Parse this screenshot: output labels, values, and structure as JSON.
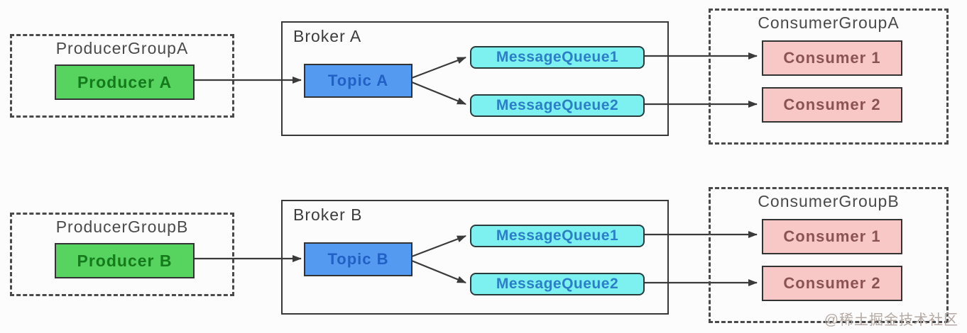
{
  "diagram": {
    "watermark": "@稀土掘金技术社区",
    "rows": [
      {
        "producer_group": {
          "label": "ProducerGroupA",
          "producer_label": "Producer A"
        },
        "broker": {
          "label": "Broker A",
          "topic_label": "Topic A",
          "queue_labels": [
            "MessageQueue1",
            "MessageQueue2"
          ]
        },
        "consumer_group": {
          "label": "ConsumerGroupA",
          "consumer_labels": [
            "Consumer 1",
            "Consumer 2"
          ]
        },
        "edges": [
          {
            "from": "Producer A",
            "to": "Topic A"
          },
          {
            "from": "Topic A",
            "to": "MessageQueue1"
          },
          {
            "from": "Topic A",
            "to": "MessageQueue2"
          },
          {
            "from": "MessageQueue1",
            "to": "Consumer 1"
          },
          {
            "from": "MessageQueue2",
            "to": "Consumer 2"
          }
        ]
      },
      {
        "producer_group": {
          "label": "ProducerGroupB",
          "producer_label": "Producer B"
        },
        "broker": {
          "label": "Broker B",
          "topic_label": "Topic B",
          "queue_labels": [
            "MessageQueue1",
            "MessageQueue2"
          ]
        },
        "consumer_group": {
          "label": "ConsumerGroupB",
          "consumer_labels": [
            "Consumer 1",
            "Consumer 2"
          ]
        },
        "edges": [
          {
            "from": "Producer B",
            "to": "Topic B"
          },
          {
            "from": "Topic B",
            "to": "MessageQueue1"
          },
          {
            "from": "Topic B",
            "to": "MessageQueue2"
          },
          {
            "from": "MessageQueue1",
            "to": "Consumer 1"
          },
          {
            "from": "MessageQueue2",
            "to": "Consumer 2"
          }
        ]
      }
    ],
    "colors": {
      "producer_fill": "#57d35f",
      "producer_text": "#157a1b",
      "topic_fill": "#549af0",
      "topic_text": "#2160c4",
      "queue_fill": "#7df0f0",
      "queue_text": "#2b7fc6",
      "consumer_fill": "#f8c8c7",
      "consumer_text": "#8a5352",
      "line": "#3a3a3a",
      "background": "#fcfcfc"
    }
  }
}
